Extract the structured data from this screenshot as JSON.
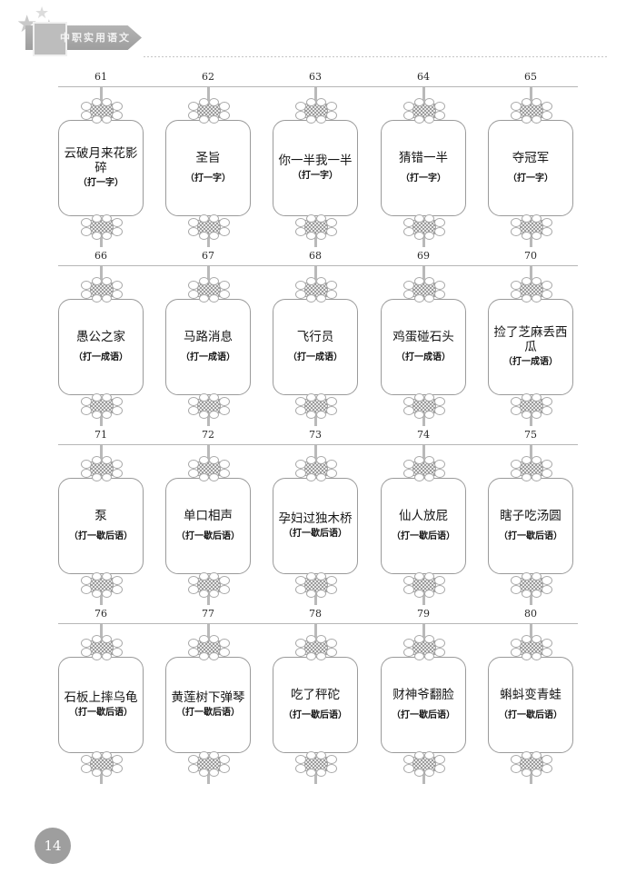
{
  "header": {
    "book_title": "中职实用语文",
    "star_glyph": "★"
  },
  "page": {
    "number": "14"
  },
  "rows": [
    {
      "cards": [
        {
          "number": "61",
          "text": "云破月来花影碎",
          "hint": "（打一字）",
          "two_line": true
        },
        {
          "number": "62",
          "text": "圣旨",
          "hint": "（打一字）",
          "two_line": false
        },
        {
          "number": "63",
          "text": "你一半我一半",
          "hint": "（打一字）",
          "two_line": true
        },
        {
          "number": "64",
          "text": "猜错一半",
          "hint": "（打一字）",
          "two_line": false
        },
        {
          "number": "65",
          "text": "夺冠军",
          "hint": "（打一字）",
          "two_line": false
        }
      ]
    },
    {
      "cards": [
        {
          "number": "66",
          "text": "愚公之家",
          "hint": "（打一成语）",
          "two_line": false
        },
        {
          "number": "67",
          "text": "马路消息",
          "hint": "（打一成语）",
          "two_line": false
        },
        {
          "number": "68",
          "text": "飞行员",
          "hint": "（打一成语）",
          "two_line": false
        },
        {
          "number": "69",
          "text": "鸡蛋碰石头",
          "hint": "（打一成语）",
          "two_line": false
        },
        {
          "number": "70",
          "text": "捡了芝麻丢西瓜",
          "hint": "（打一成语）",
          "two_line": true
        }
      ]
    },
    {
      "cards": [
        {
          "number": "71",
          "text": "泵",
          "hint": "（打一歇后语）",
          "two_line": false
        },
        {
          "number": "72",
          "text": "单口相声",
          "hint": "（打一歇后语）",
          "two_line": false
        },
        {
          "number": "73",
          "text": "孕妇过独木桥",
          "hint": "（打一歇后语）",
          "two_line": true
        },
        {
          "number": "74",
          "text": "仙人放屁",
          "hint": "（打一歇后语）",
          "two_line": false
        },
        {
          "number": "75",
          "text": "瞎子吃汤圆",
          "hint": "（打一歇后语）",
          "two_line": false
        }
      ]
    },
    {
      "cards": [
        {
          "number": "76",
          "text": "石板上摔乌龟",
          "hint": "（打一歇后语）",
          "two_line": true
        },
        {
          "number": "77",
          "text": "黄莲树下弹琴",
          "hint": "（打一歇后语）",
          "two_line": true
        },
        {
          "number": "78",
          "text": "吃了秤砣",
          "hint": "（打一歇后语）",
          "two_line": false
        },
        {
          "number": "79",
          "text": "财神爷翻脸",
          "hint": "（打一歇后语）",
          "two_line": false
        },
        {
          "number": "80",
          "text": "蝌蚪变青蛙",
          "hint": "（打一歇后语）",
          "two_line": false
        }
      ]
    }
  ],
  "layout": {
    "column_centers": [
      111,
      229,
      347,
      466,
      584
    ],
    "colors": {
      "rule": "#b6b6b6",
      "card_border": "#9a9a9a",
      "ornament": "#a5a5a5",
      "page_badge": "#9e9e9e",
      "banner": "#a8a8a8"
    }
  }
}
